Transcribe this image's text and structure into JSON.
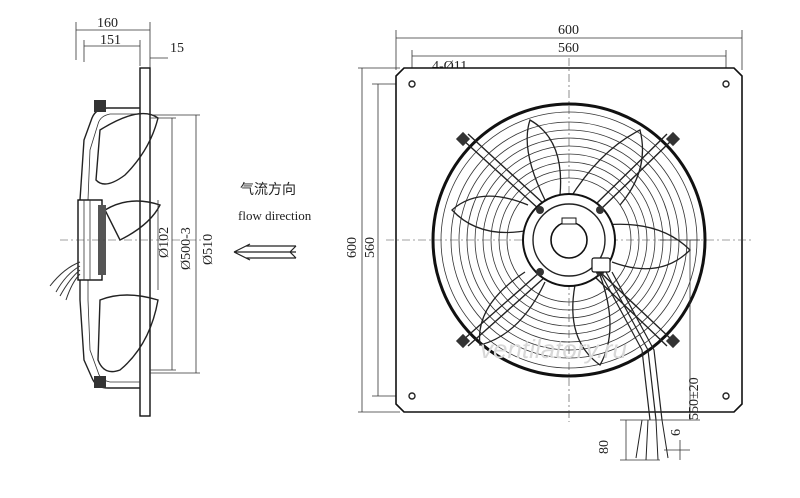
{
  "side_view": {
    "dims": {
      "overall_depth": "160",
      "blade_depth": "151",
      "plate_thickness": "15",
      "hub_diameter": "Ø102",
      "impeller_diameter": "Ø500-3",
      "ring_diameter": "Ø510"
    }
  },
  "flow": {
    "label_cn": "气流方向",
    "label_en": "flow direction"
  },
  "front_view": {
    "dims": {
      "plate_width": "600",
      "hole_spacing_horizontal": "560",
      "holes": "4-Ø11",
      "plate_height": "600",
      "hole_spacing_vertical": "560",
      "cable_length": "550±20",
      "lead_length": "80",
      "lead_strip": "6"
    }
  },
  "watermark": {
    "text": "ventilatory.ru"
  },
  "icons": {
    "arrow": "flow-arrow-icon"
  }
}
